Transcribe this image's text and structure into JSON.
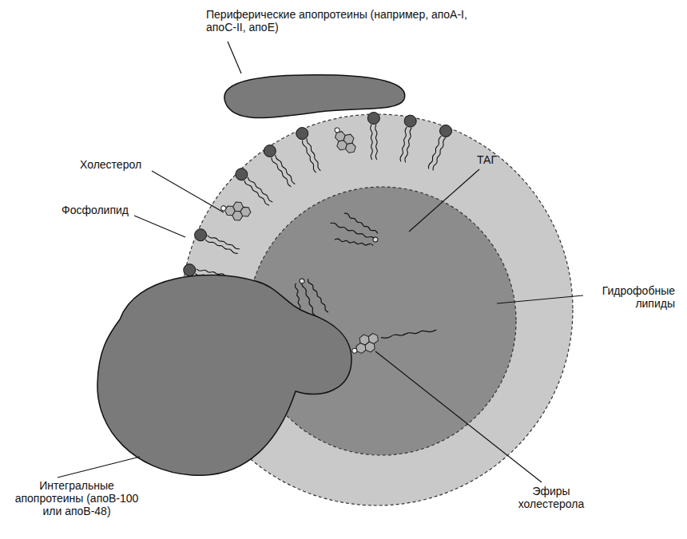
{
  "diagram": {
    "labels": [
      "Периферические апопротеины (например, апоА-I, апоС-II, апоЕ)",
      "Холестерол",
      "Фосфолипид",
      "ТАГ",
      "Гидрофобные липиды",
      "Эфиры холестерола",
      "Интегральные апопротеины (апоВ-100 или апоВ-48)"
    ]
  }
}
